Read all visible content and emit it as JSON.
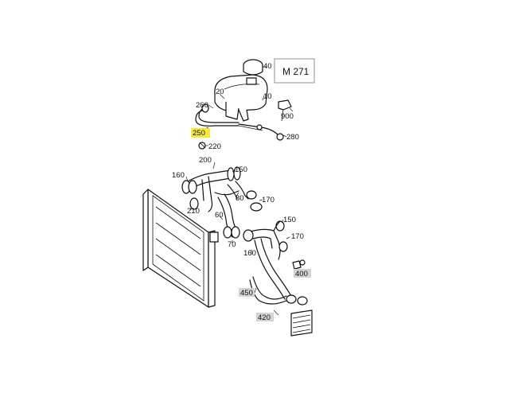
{
  "engine_code": "M 271",
  "labels": {
    "l40": "40",
    "l20": "20",
    "l10": "10",
    "l260": "260",
    "l900": "900",
    "l250": "250",
    "l280": "280",
    "l220": "220",
    "l200": "200",
    "l150a": "150",
    "l160a": "160",
    "l170a": "170",
    "l80": "80",
    "l210": "210",
    "l60": "60",
    "l150b": "150",
    "l170b": "170",
    "l70": "70",
    "l160b": "160",
    "l400": "400",
    "l450": "450",
    "l420": "420"
  },
  "colors": {
    "highlight": "#f5e93a",
    "tag_gray": "#d3d3d3",
    "line": "#111111"
  }
}
